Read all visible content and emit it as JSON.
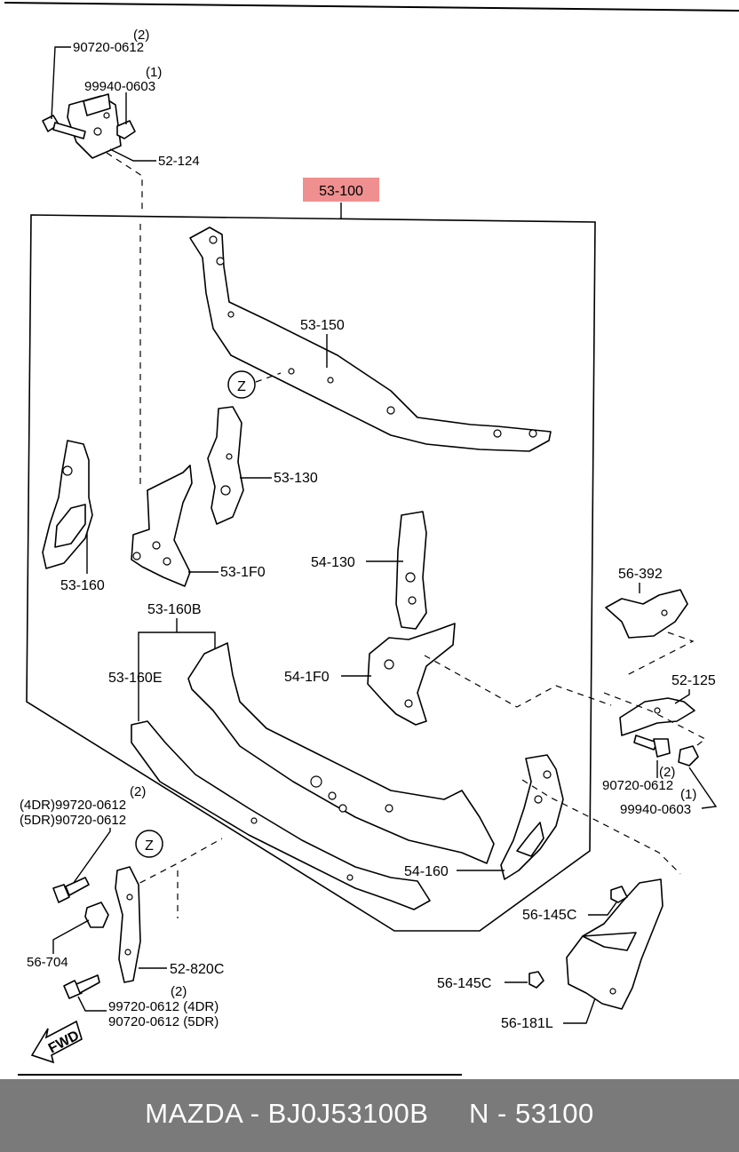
{
  "highlight_color": "#ef8f8f",
  "footer": {
    "brand": "MAZDA",
    "sep1": " - ",
    "part_number": "BJ0J53100B",
    "gap": "     ",
    "ref": "N - 53100",
    "bg_color": "#7a7a7a"
  },
  "labels": {
    "p53_100": "53-100",
    "p52_124": "52-124",
    "p90720_top": "90720-0612",
    "q2_top": "(2)",
    "p99940_top": "99940-0603",
    "q1_top": "(1)",
    "p53_150": "53-150",
    "z_top": "Z",
    "p53_130": "53-130",
    "p53_160": "53-160",
    "p53_1f0": "53-1F0",
    "p54_130": "54-130",
    "p56_392": "56-392",
    "p53_160b": "53-160B",
    "p53_160e": "53-160E",
    "p54_1f0": "54-1F0",
    "p52_125": "52-125",
    "q2_right": "(2)",
    "p90720_right": "90720-0612",
    "q1_right": "(1)",
    "p99940_right": "99940-0603",
    "q2_left": "(2)",
    "p4dr_99720": "(4DR)99720-0612",
    "p5dr_90720": "(5DR)90720-0612",
    "z_bottom": "Z",
    "p54_160": "54-160",
    "p56_145c_a": "56-145C",
    "p56_704": "56-704",
    "p52_820c": "52-820C",
    "p56_145c_b": "56-145C",
    "q2_bottom": "(2)",
    "p99720_4dr": "99720-0612 (4DR)",
    "p90720_5dr": "90720-0612 (5DR)",
    "p56_181l": "56-181L",
    "fwd": "FWD"
  }
}
